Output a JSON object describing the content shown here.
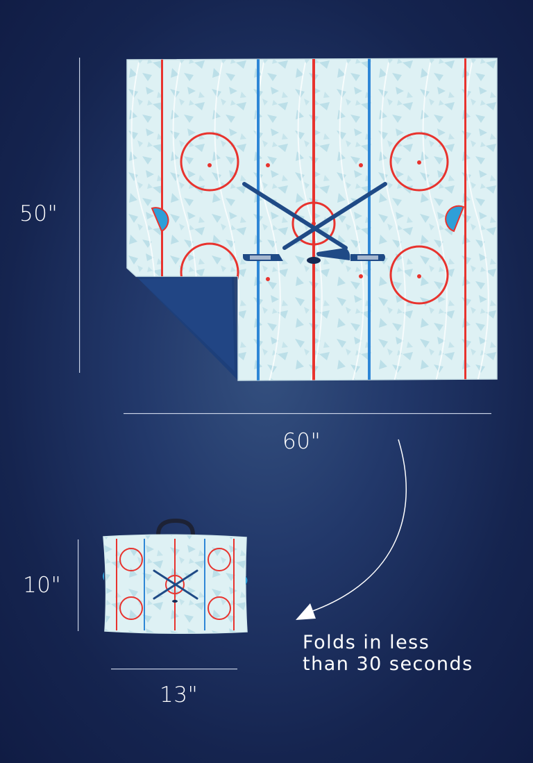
{
  "product": {
    "open": {
      "height_label": "50\"",
      "width_label": "60\""
    },
    "folded": {
      "height_label": "10\"",
      "width_label": "13\""
    }
  },
  "caption": {
    "line1": "Folds in less",
    "line2": "than 30 seconds"
  },
  "colors": {
    "background": "#16265a",
    "ice": "#d8eef2",
    "red_line": "#e8332e",
    "blue_line": "#2e86d6",
    "reverse_side": "#1d3f7a"
  }
}
